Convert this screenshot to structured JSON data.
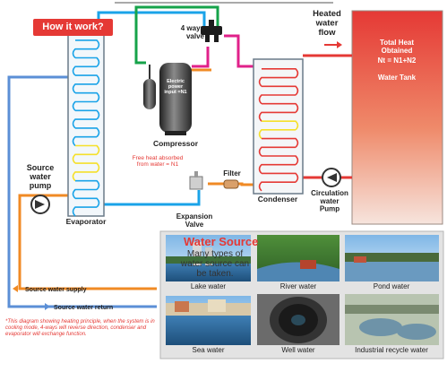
{
  "header": {
    "how_it_work": "How it work?"
  },
  "components": {
    "four_way_valve": "4 ways\nvalve",
    "compressor_label": "Compressor",
    "electric_power": "Electric\npower\ninput =N1",
    "evaporator": "Evaporator",
    "condenser": "Condenser",
    "filter": "Filter",
    "expansion_valve": "Expansion\nValve",
    "source_water_pump": "Source\nwater\npump",
    "circulation_water_pump": "Circulation\nwater\nPump",
    "heated_water_flow": "Heated\nwater\nflow",
    "free_heat": "Free heat absorbed\nfrom water = N1"
  },
  "tank": {
    "total_heat": "Total Heat\nObtained",
    "formula": "Nt = N1+N2",
    "name": "Water Tank"
  },
  "water_source": {
    "title": "Water Source",
    "subtitle": "Many types of water source can be taken."
  },
  "legend": {
    "supply": "Source water supply",
    "return": "Source water return"
  },
  "photos": [
    {
      "label": "Lake water"
    },
    {
      "label": "River water"
    },
    {
      "label": "Pond water"
    },
    {
      "label": "Sea water"
    },
    {
      "label": "Well water"
    },
    {
      "label": "Industrial recycle water"
    }
  ],
  "note": "*This diagram showing heating principle, when the system is in cooling mode, 4-ways will reverse direction, condenser and evaporator will exchange function.",
  "colors": {
    "hot": "#e53935",
    "cold": "#1aa3e8",
    "return_blue": "#5b8fd6",
    "supply_orange": "#f08a24",
    "green_line": "#16a34a",
    "magenta": "#e0218a"
  }
}
